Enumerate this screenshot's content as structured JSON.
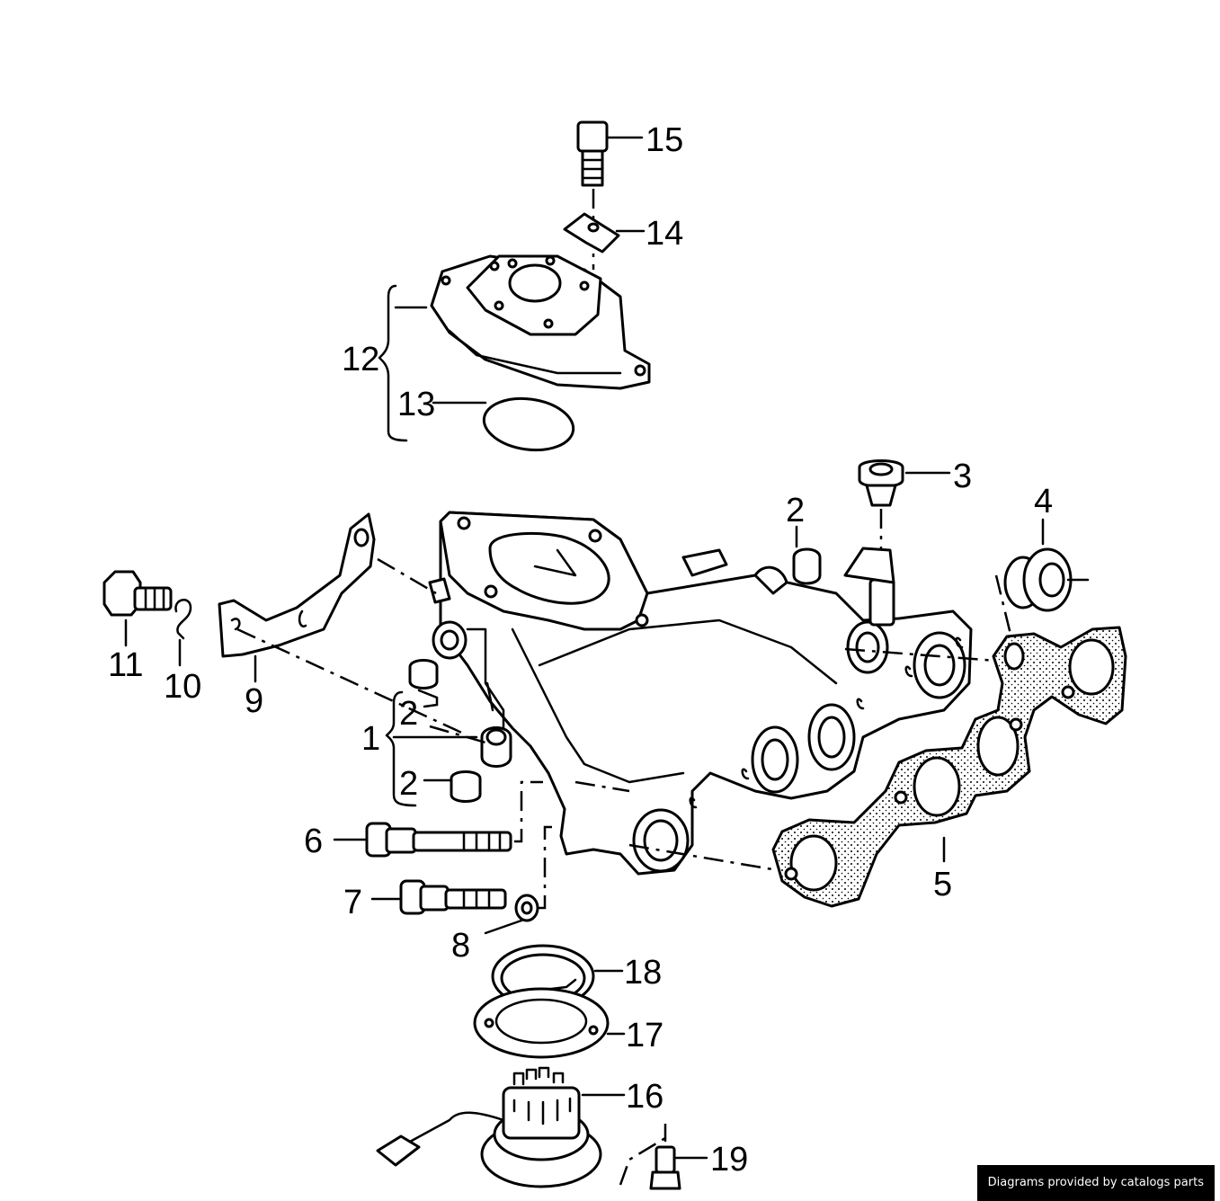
{
  "callouts": {
    "c1": "1",
    "c2": "2",
    "c3": "3",
    "c4": "4",
    "c5": "5",
    "c6": "6",
    "c7": "7",
    "c8": "8",
    "c9": "9",
    "c10": "10",
    "c11": "11",
    "c12": "12",
    "c13": "13",
    "c14": "14",
    "c15": "15",
    "c16": "16",
    "c17": "17",
    "c18": "18",
    "c19": "19"
  },
  "footer": {
    "credit": "Diagrams provided by catalogs parts"
  }
}
